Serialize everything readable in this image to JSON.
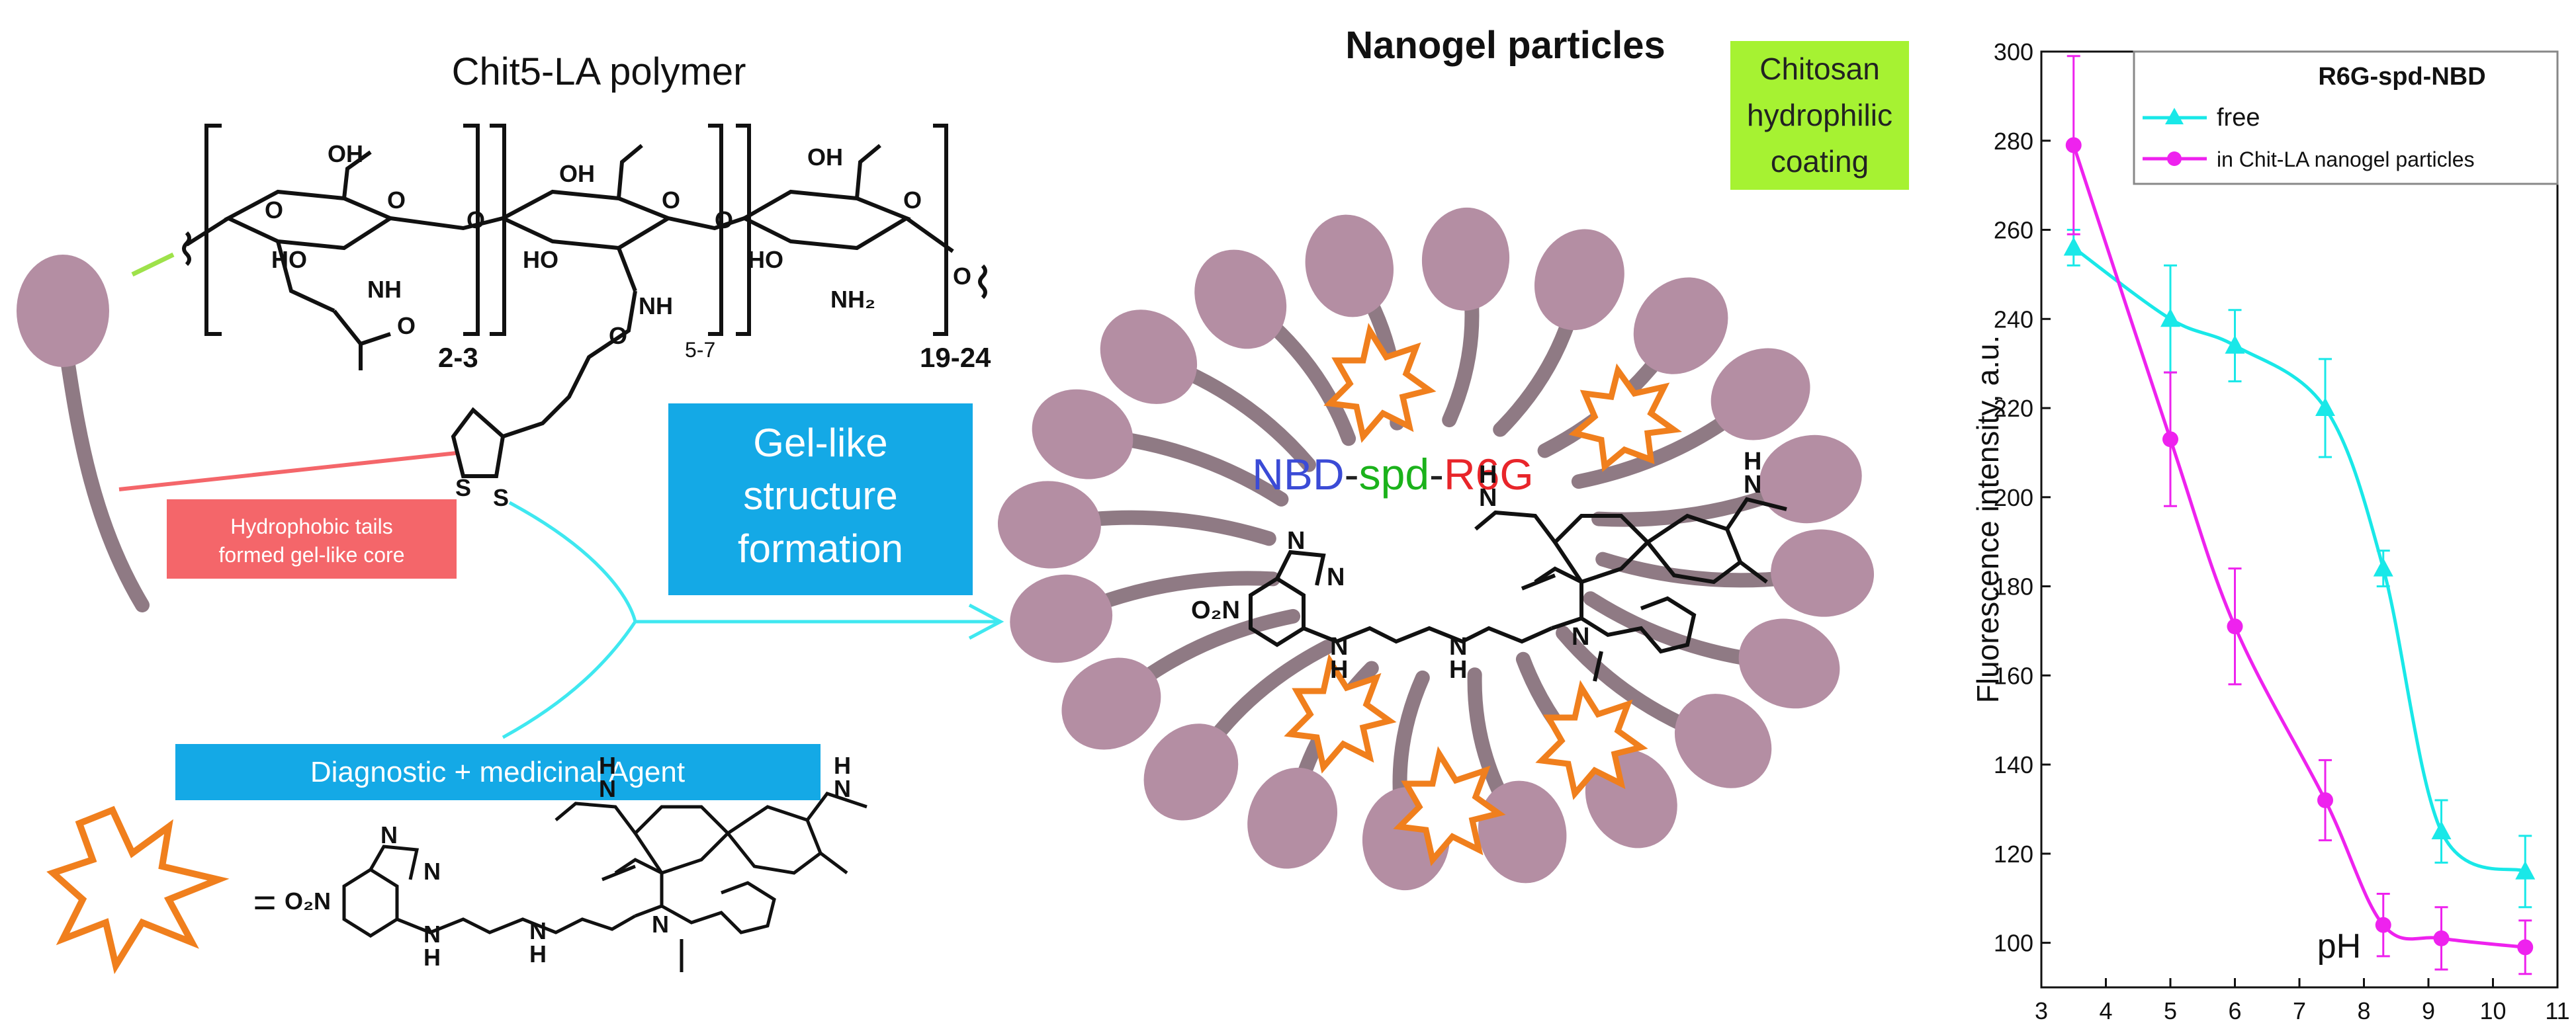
{
  "left_panel": {
    "polymer_title": "Chit5-LA polymer",
    "chem": {
      "oh": "OH",
      "o": "O",
      "ho": "HO",
      "nh": "NH",
      "nh2": "NH₂",
      "s": "S",
      "subscript_1": "2-3",
      "subscript_2": "5-7",
      "subscript_3": "19-24"
    },
    "hydrophobic_label": [
      "Hydrophobic tails",
      "formed gel-like core"
    ],
    "gel_label": [
      "Gel-like",
      "structure",
      "formation"
    ],
    "agent_label": "Diagnostic + medicinal Agent",
    "equals": "=",
    "o2n": "O₂N",
    "n": "N",
    "h": "H",
    "colors": {
      "bead": "#b48ea3",
      "tail": "#8f7a84",
      "red_box": "#f4666a",
      "blue_box": "#14a9e6",
      "green_box": "#a6f232",
      "cyan_line": "#3fe8f0",
      "star": "#f07f1d"
    }
  },
  "center_panel": {
    "title": "Nanogel particles",
    "coating_label": [
      "Chitosan",
      "hydrophilic",
      "coating"
    ],
    "dye_label": {
      "nbd": "NBD",
      "dash1": "-",
      "spd": "spd",
      "dash2": "-",
      "r6g": "R6G"
    },
    "dye_colors": {
      "nbd": "#3b4bd6",
      "spd": "#1bb21b",
      "r6g": "#e8252a"
    }
  },
  "chart_data": {
    "type": "line",
    "title": "R6G-spd-NBD",
    "xlabel": "pH",
    "ylabel": "Fluorescence intensity, a.u.",
    "xlim": [
      3,
      11
    ],
    "ylim": [
      90,
      300
    ],
    "x_ticks": [
      3,
      4,
      5,
      6,
      7,
      8,
      9,
      10,
      11
    ],
    "y_ticks": [
      100,
      120,
      140,
      160,
      180,
      200,
      220,
      240,
      260,
      280,
      300
    ],
    "legend_position": "top-right",
    "series": [
      {
        "name": "free",
        "color": "#19e8e8",
        "marker": "triangle",
        "x": [
          3.5,
          5.0,
          6.0,
          7.4,
          8.3,
          9.2,
          10.5
        ],
        "y": [
          256,
          240,
          234,
          220,
          184,
          125,
          116
        ],
        "err": [
          4,
          12,
          8,
          11,
          4,
          7,
          8
        ]
      },
      {
        "name": "in Chit-LA nanogel particles",
        "color": "#ee22ee",
        "marker": "circle",
        "x": [
          3.5,
          5.0,
          6.0,
          7.4,
          8.3,
          9.2,
          10.5
        ],
        "y": [
          279,
          213,
          171,
          132,
          104,
          101,
          99
        ],
        "err": [
          20,
          15,
          13,
          9,
          7,
          7,
          6
        ]
      }
    ]
  }
}
